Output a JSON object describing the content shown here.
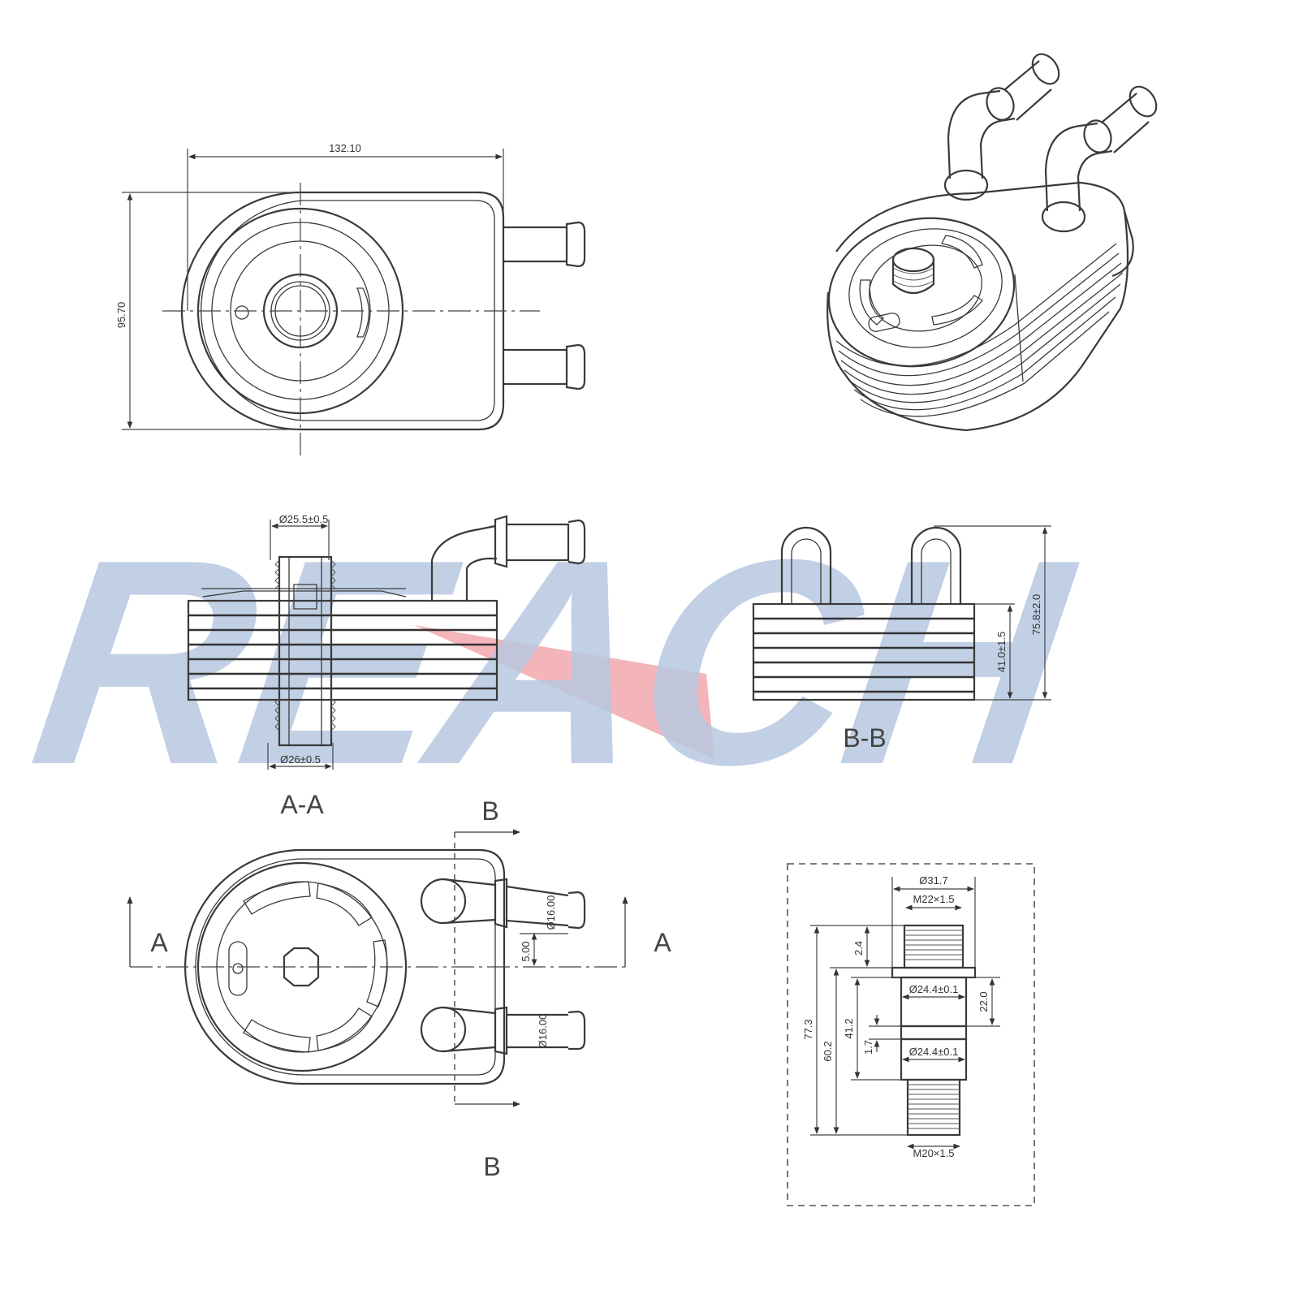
{
  "watermark": {
    "text": "REACH",
    "color": "#b7c8e0",
    "accent": "#f2a8ae"
  },
  "colors": {
    "line": "#3a3a3a",
    "background": "#ffffff"
  },
  "front_view": {
    "width_dim": "132.10",
    "height_dim": "95.70"
  },
  "section_aa": {
    "top_dim": "Ø25.5±0.5",
    "bottom_dim": "Ø26±0.5",
    "label": "A-A"
  },
  "section_bb": {
    "dim_overall": "75.8±2.0",
    "dim_core": "41.0±1.5",
    "label": "B-B"
  },
  "bottom_view": {
    "label_a_left": "A",
    "label_a_right": "A",
    "label_b_top": "B",
    "label_b_bottom": "B",
    "dim_offset": "5.00",
    "dim_pipe_top": "Ø16.00",
    "dim_pipe_bottom": "Ø16.00"
  },
  "bolt_detail": {
    "dim_head": "Ø31.7",
    "thread_top": "M22×1.5",
    "thread_bottom": "M20×1.5",
    "dim_2_4": "2.4",
    "dim_collar_top": "Ø24.4±0.1",
    "dim_collar_bottom": "Ø24.4±0.1",
    "dim_22": "22.0",
    "dim_77_3": "77.3",
    "dim_60_2": "60.2",
    "dim_41_2": "41.2",
    "dim_1_7": "1.7"
  }
}
